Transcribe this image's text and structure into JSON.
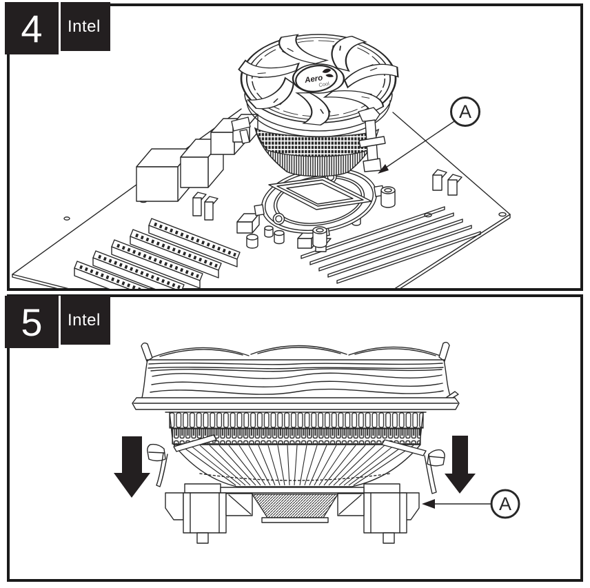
{
  "colors": {
    "ink": "#272727",
    "panel_border": "#1a1a1a",
    "badge_background": "#231f20",
    "paper": "#ffffff"
  },
  "steps": [
    {
      "number": "4",
      "platform": "Intel",
      "callout_label": "A",
      "scene": "cooler above motherboard, clip position A indicated"
    },
    {
      "number": "5",
      "platform": "Intel",
      "callout_label": "A",
      "scene": "cooler front view pressed down, two down arrows, bracket A indicated"
    }
  ],
  "logo": {
    "brand": "Aero",
    "sub": "Cool"
  }
}
